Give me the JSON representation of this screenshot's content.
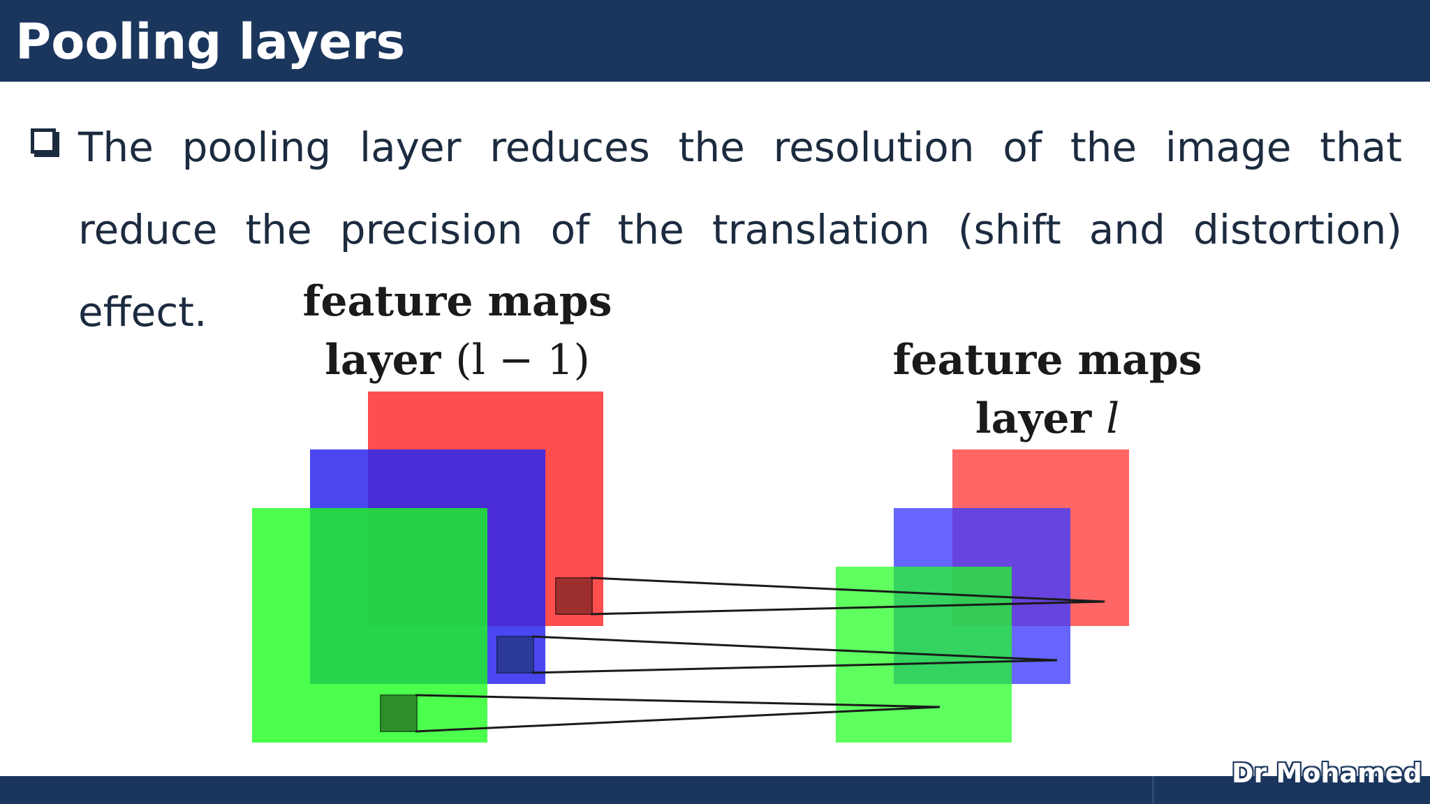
{
  "slide": {
    "title": "Pooling layers",
    "bullet": "The pooling layer reduces the resolution of the image that reduce the precision of the translation (shift and distortion) effect.",
    "footer_author": "Dr Mohamed"
  },
  "diagram": {
    "left_label_line1": "feature maps",
    "left_label_word": "layer",
    "left_label_math": "(l − 1)",
    "right_label_line1": "feature maps",
    "right_label_word": "layer",
    "right_label_math": "l",
    "colors": {
      "red": "#ff3b3b",
      "blue": "#3f3cf2",
      "green": "#33ff33",
      "lines": "#1a1a1a"
    }
  }
}
